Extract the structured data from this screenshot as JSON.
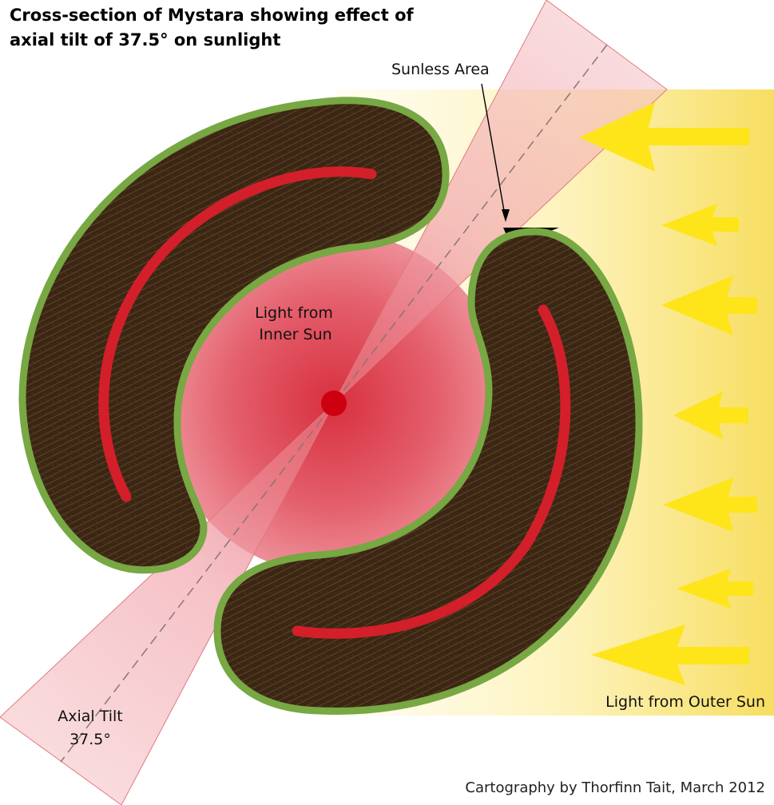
{
  "title": {
    "line1": "Cross-section of Mystara showing effect of",
    "line2": "axial tilt of 37.5° on sunlight"
  },
  "labels": {
    "sunless_area": "Sunless Area",
    "inner_sun_line1": "Light from",
    "inner_sun_line2": "Inner Sun",
    "outer_sun": "Light from Outer Sun",
    "axial_tilt_line1": "Axial Tilt",
    "axial_tilt_line2": "37.5°"
  },
  "credit": "Cartography by Thorfinn Tait, March 2012",
  "colors": {
    "crust": "#3a2614",
    "crust_texture": "#5a3d20",
    "surface": "#77a843",
    "magma": "#d31f2a",
    "inner_light": "#e4606c",
    "inner_sun": "#cc0010",
    "outer_light": "#fbe98a",
    "arrow": "#fde51a"
  },
  "arrow_count": 7
}
